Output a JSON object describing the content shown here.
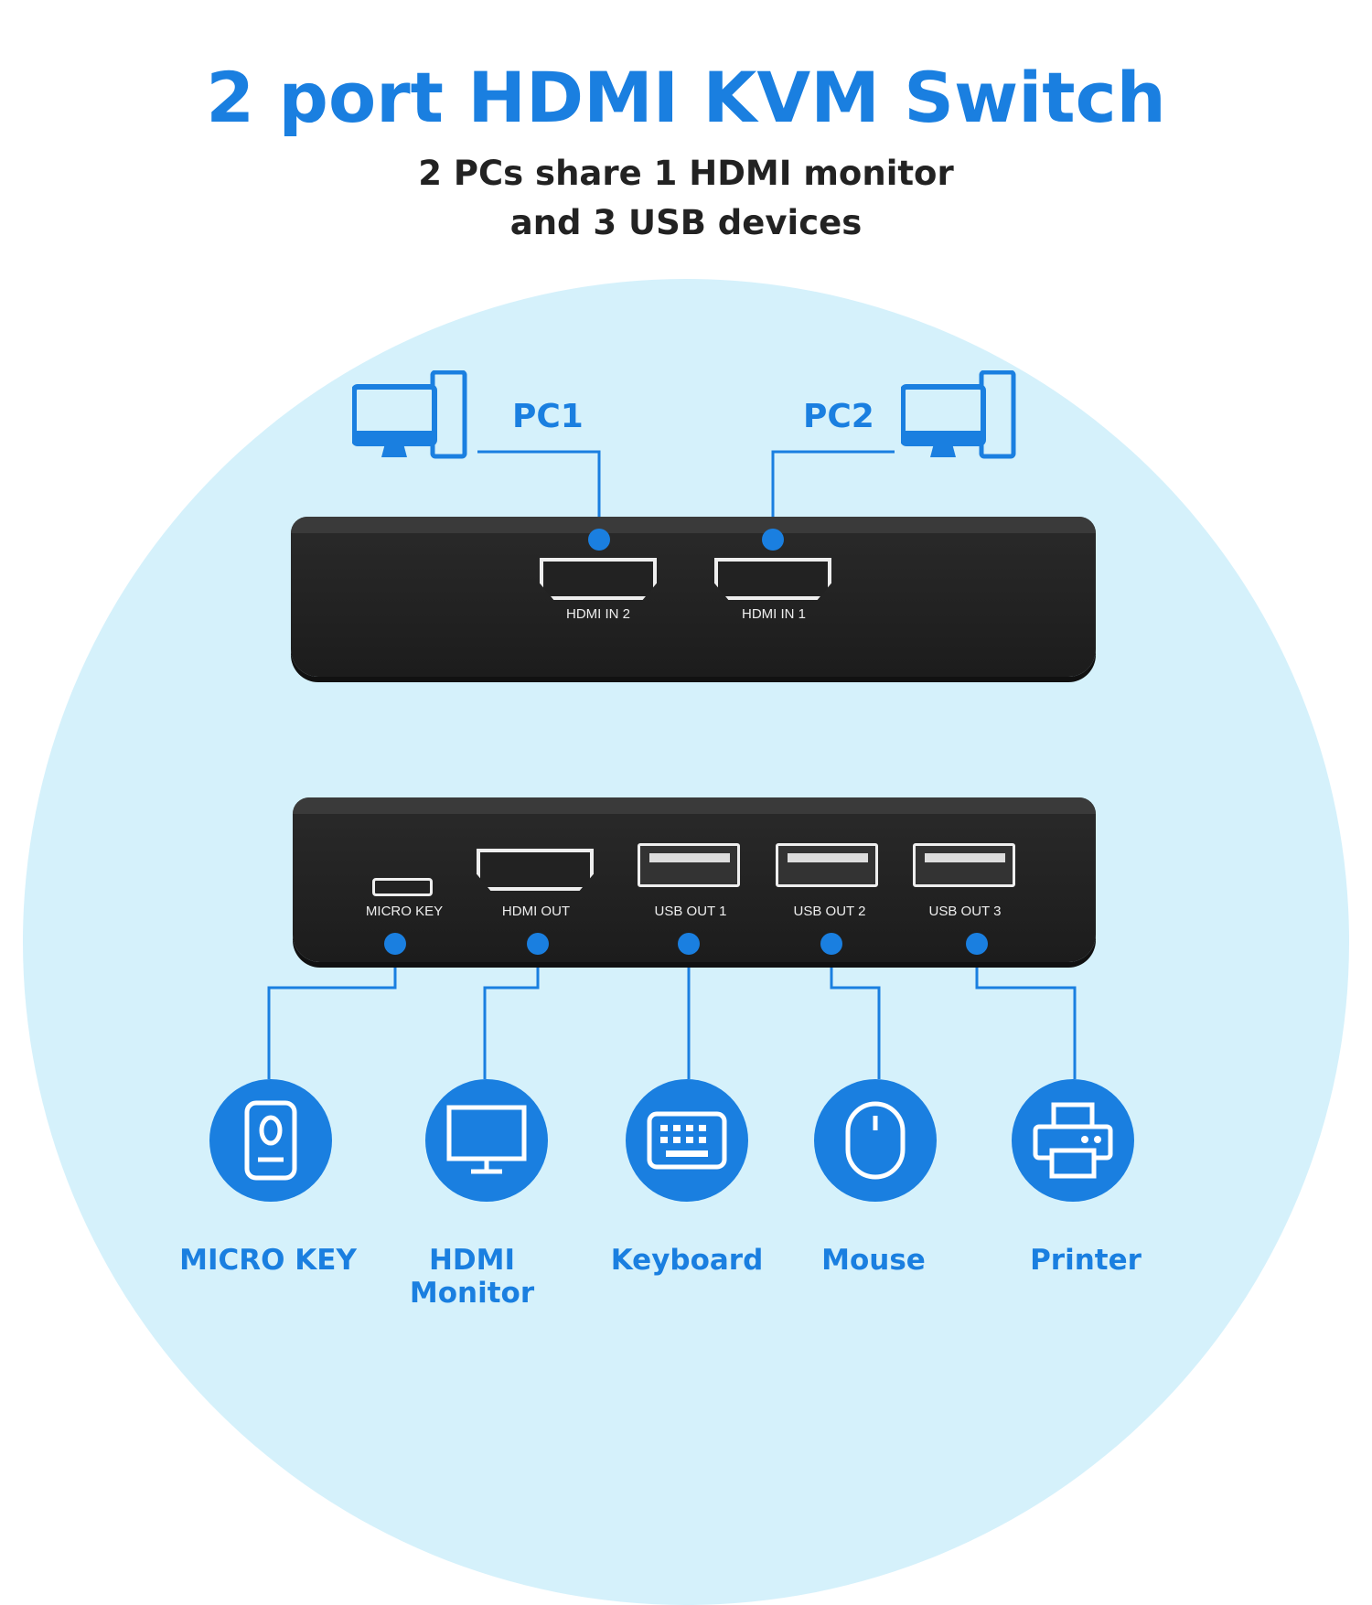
{
  "title": "2 port HDMI KVM Switch",
  "subtitle": [
    "2 PCs share 1 HDMI monitor",
    "and 3 USB devices"
  ],
  "pcs": [
    "PC1",
    "PC2"
  ],
  "top_ports": [
    "HDMI IN 2",
    "HDMI IN 1"
  ],
  "bottom_ports": [
    "MICRO KEY",
    "HDMI OUT",
    "USB OUT 1",
    "USB OUT 2",
    "USB OUT 3"
  ],
  "devices": [
    "MICRO KEY",
    "HDMI Monitor",
    "Keyboard",
    "Mouse",
    "Printer"
  ],
  "colors": {
    "accent": "#1a7fe0",
    "background_circle": "#d5f1fb"
  }
}
